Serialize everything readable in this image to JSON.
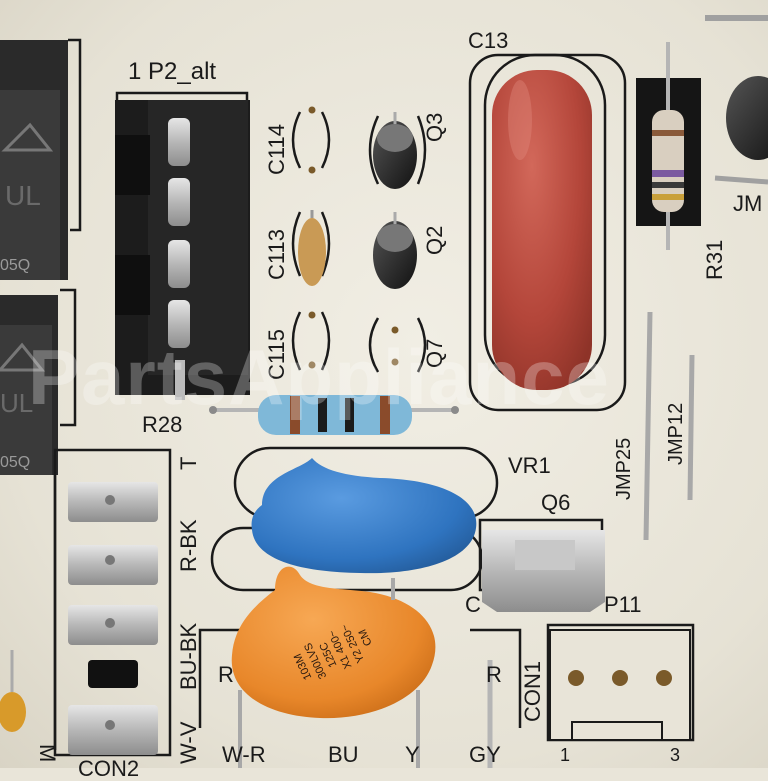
{
  "labels": {
    "c13": "C13",
    "p2_alt": "1 P2_alt",
    "c114": "C114",
    "c113": "C113",
    "c115": "C115",
    "q3": "Q3",
    "q2": "Q2",
    "q7": "Q7",
    "r28": "R28",
    "r31": "R31",
    "jm": "JM",
    "jmp25": "JMP25",
    "jmp12": "JMP12",
    "vr1": "VR1",
    "q6": "Q6",
    "p11": "P11",
    "c_partial": "C",
    "con1": "CON1",
    "pin1": "1",
    "pin3": "3",
    "t": "T",
    "r_bk": "R-BK",
    "bu_bk": "BU-BK",
    "w_v": "W-V",
    "w_r": "W-R",
    "bu": "BU",
    "y": "Y",
    "gy": "GY",
    "m": "M",
    "con2": "CON2",
    "r_partial": "R",
    "r_right": "R"
  },
  "component_markings": {
    "relay_top": "05Q",
    "relay_bottom": "05Q",
    "cap_code_line1": "103M",
    "cap_code_line2": "300LVS",
    "cap_rating": "125C",
    "cap_class_line1": "X1 400~",
    "cap_class_line2": "Y2 250~",
    "cap_class_line3": "CM"
  },
  "watermark": "PartsAppliance",
  "colors": {
    "board": "#ece8dc",
    "silkscreen": "#1a1a1a",
    "film_cap": "#b8493a",
    "blue_cap": "#2f74c0",
    "orange_cap": "#e8872a",
    "resistor_blue": "#7fb8d8",
    "header_black": "#1c1c1c"
  }
}
